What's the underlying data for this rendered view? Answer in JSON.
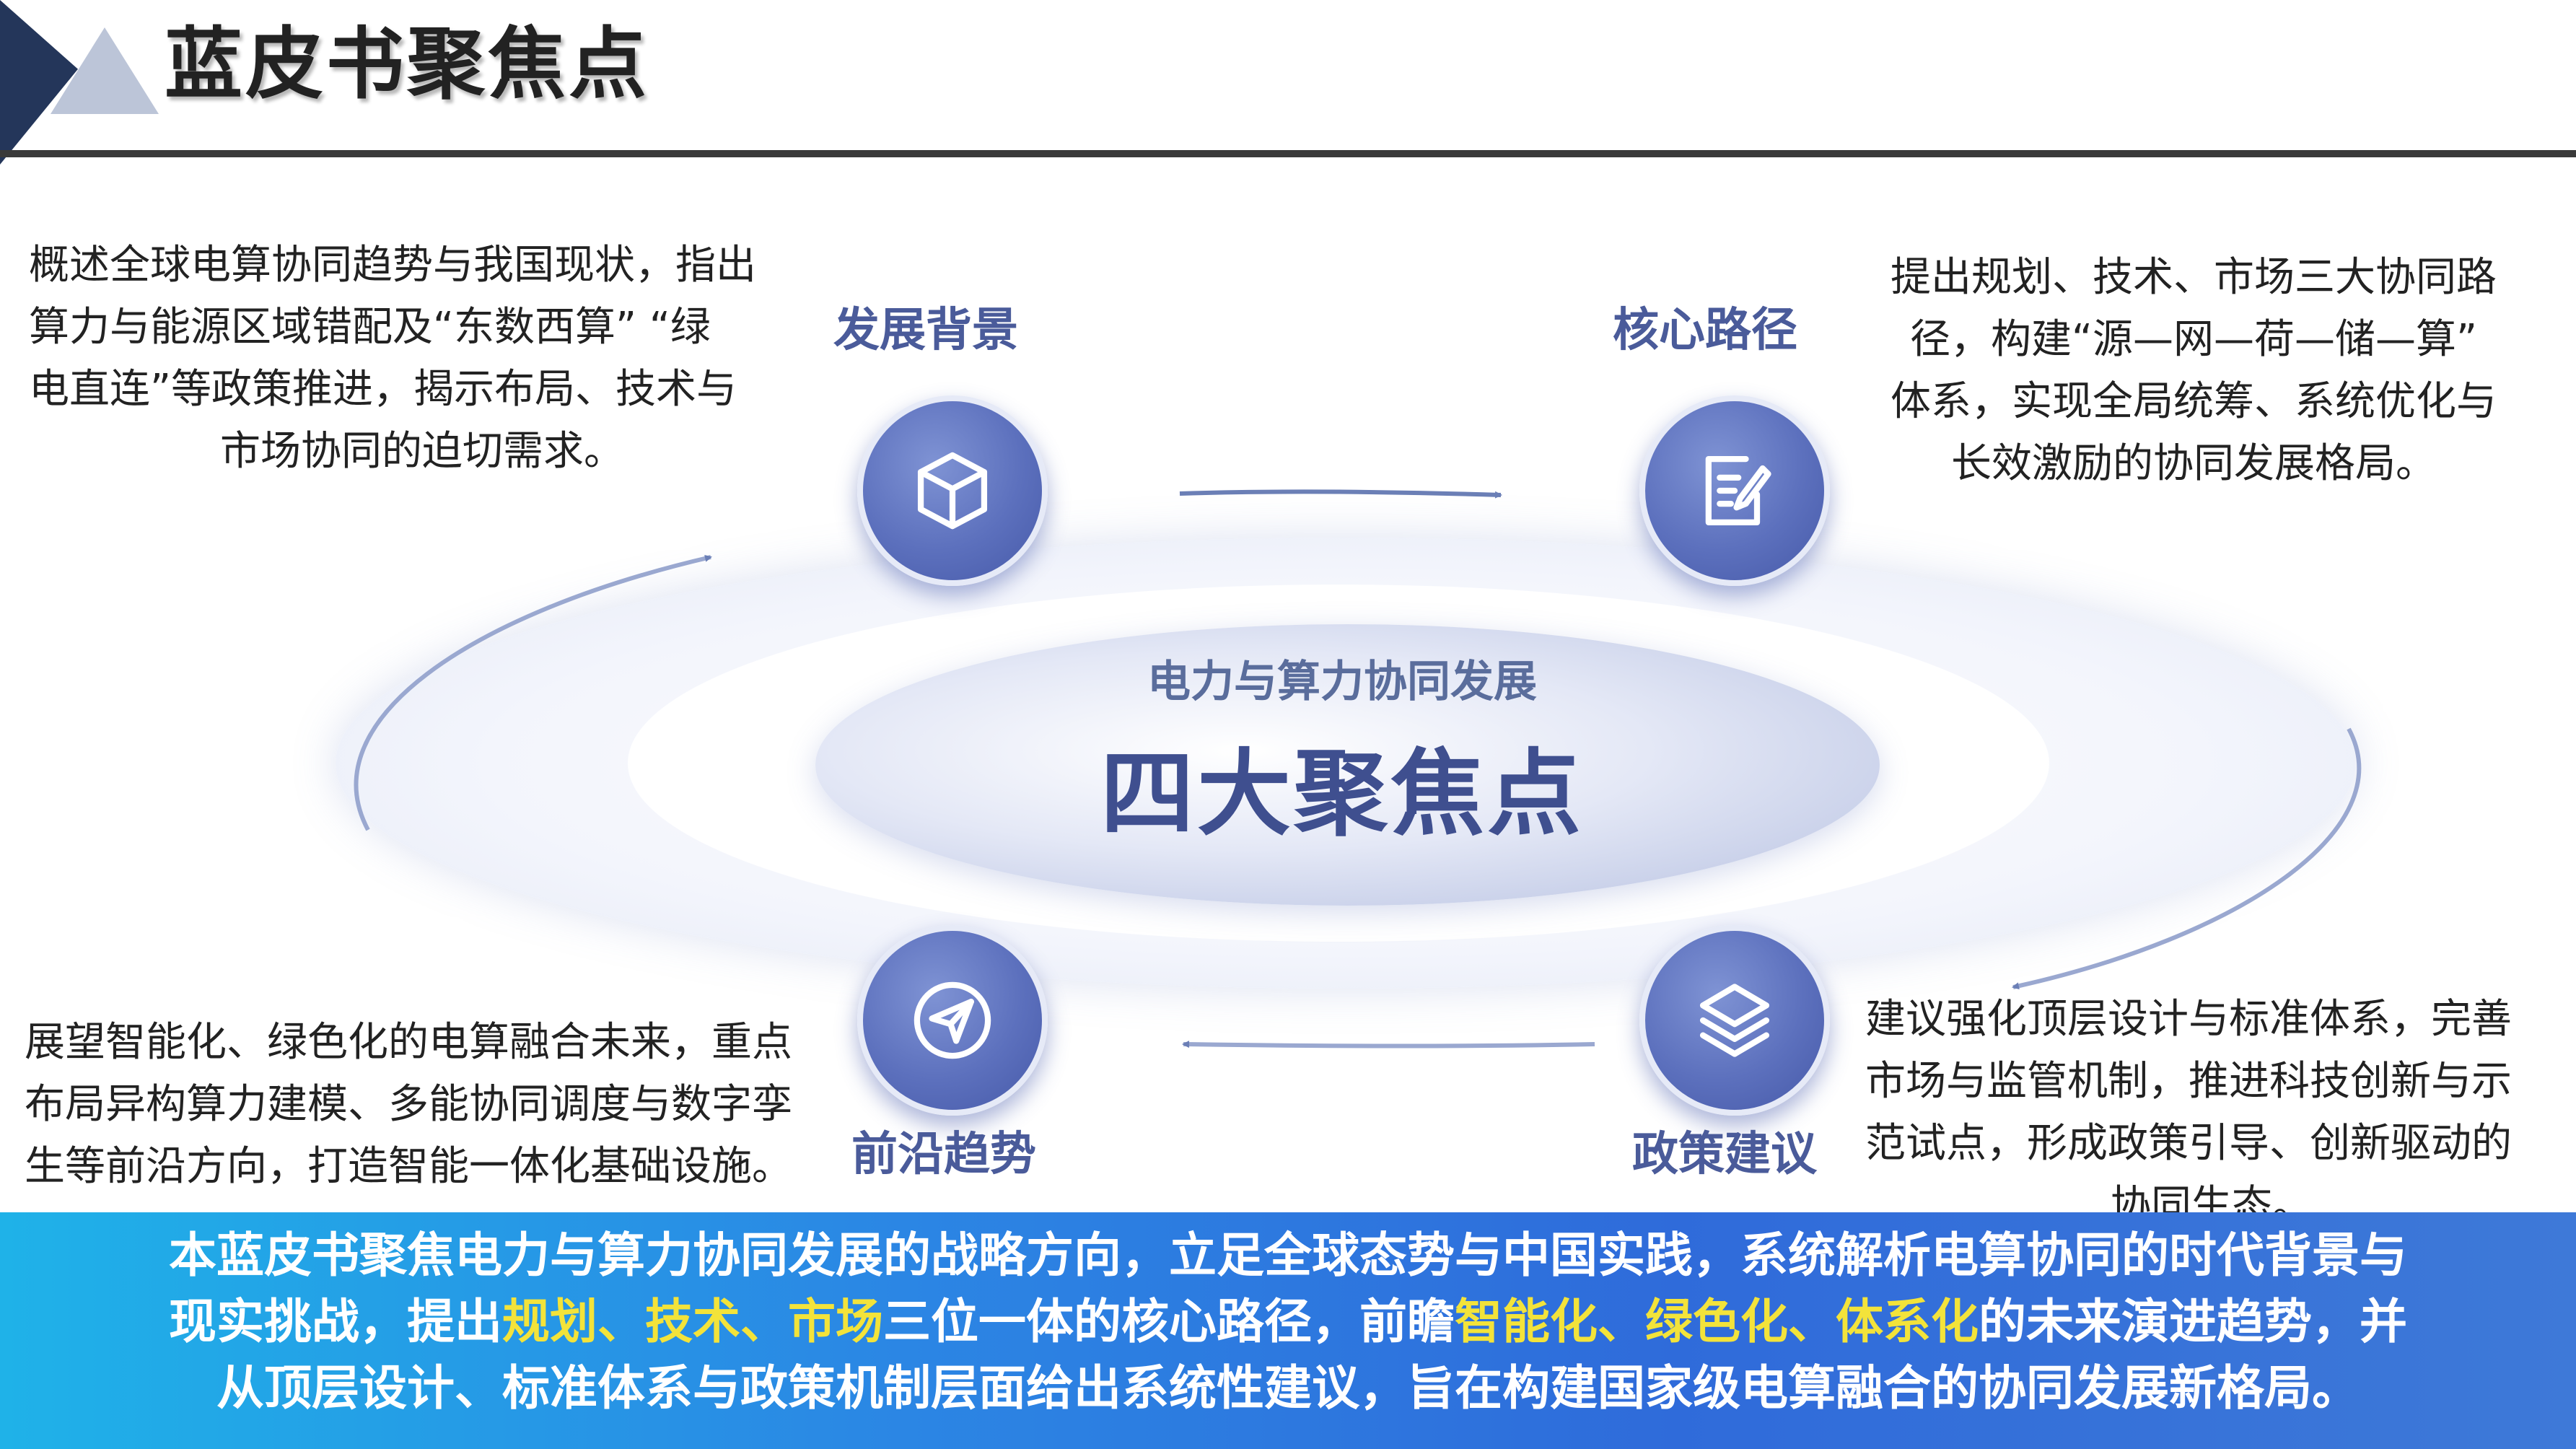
{
  "header": {
    "title": "蓝皮书聚焦点"
  },
  "center": {
    "subtitle": "电力与算力协同发展",
    "title": "四大聚焦点"
  },
  "nodes": {
    "background": {
      "label": "发展背景",
      "icon": "cube-icon",
      "desc": [
        "概述全球电算协同趋势与我国现状，指出",
        "算力与能源区域错配及“东数西算” “绿",
        "电直连”等政策推进，揭示布局、技术与",
        "市场协同的迫切需求。"
      ]
    },
    "core": {
      "label": "核心路径",
      "icon": "edit-document-icon",
      "desc": [
        "提出规划、技术、市场三大协同路",
        "径，构建“源—网—荷—储—算”",
        "体系，实现全局统筹、系统优化与",
        "长效激励的协同发展格局。"
      ]
    },
    "frontier": {
      "label": "前沿趋势",
      "icon": "paper-plane-icon",
      "desc": [
        "展望智能化、绿色化的电算融合未来，重点",
        "布局异构算力建模、多能协同调度与数字孪",
        "生等前沿方向，打造智能一体化基础设施。"
      ]
    },
    "policy": {
      "label": "政策建议",
      "icon": "layers-icon",
      "desc": [
        "建议强化顶层设计与标准体系，完善",
        "市场与监管机制，推进科技创新与示",
        "范试点，形成政策引导、创新驱动的",
        "协同生态。"
      ]
    }
  },
  "banner": {
    "line1": "本蓝皮书聚焦电力与算力协同发展的战略方向，立足全球态势与中国实践，系统解析电算协同的时代背景与",
    "line2_a": "现实挑战，提出",
    "line2_hl1": "规划、技术、市场",
    "line2_b": "三位一体的核心路径，前瞻",
    "line2_hl2": "智能化、绿色化、体系化",
    "line2_c": "的未来演进趋势，并",
    "line3": "从顶层设计、标准体系与政策机制层面给出系统性建议，旨在构建国家级电算融合的协同发展新格局。"
  },
  "colors": {
    "accent": "#4a5b9a",
    "node": "#5c70bd",
    "banner": "#2f6bda",
    "highlight": "#f3e33a"
  }
}
